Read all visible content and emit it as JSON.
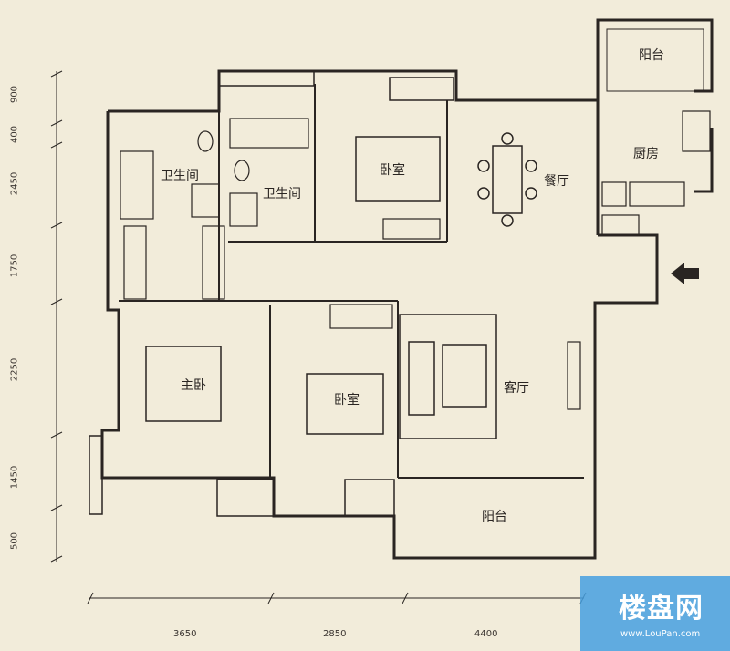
{
  "rooms": {
    "balcony_top": "阳台",
    "kitchen": "厨房",
    "dining": "餐厅",
    "bedroom_top": "卧室",
    "bath_left": "卫生间",
    "bath_right": "卫生间",
    "master_bedroom": "主卧",
    "bedroom_middle": "卧室",
    "living_room": "客厅",
    "balcony_bottom": "阳台"
  },
  "dimensions": {
    "left": [
      "900",
      "400",
      "2450",
      "1750",
      "2250",
      "1450",
      "500"
    ],
    "bottom": [
      "3650",
      "2850",
      "4400"
    ]
  },
  "watermark": {
    "brand": "楼盘网",
    "url": "www.LouPan.com"
  },
  "colors": {
    "background": "#f2ecda",
    "wall": "#2a2522",
    "logo": "#46a0e1"
  }
}
